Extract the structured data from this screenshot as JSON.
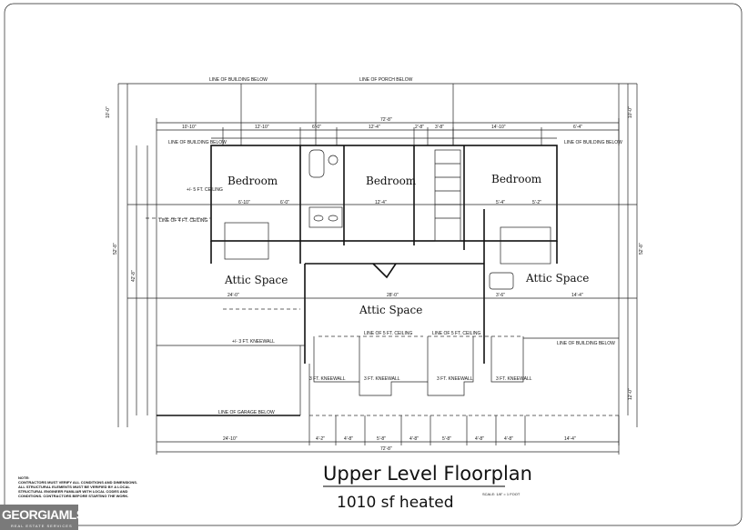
{
  "title": "Upper Level Floorplan",
  "subtitle": "1010 sf heated",
  "scale": "SCALE: 1/8\" = 1 FOOT",
  "note": [
    "NOTE:",
    "CONTRACTORS MUST VERIFY ALL CONDITIONS AND DIMENSIONS.",
    "ALL STRUCTURAL ELEMENTS MUST BE VERIFIED BY A LOCAL",
    "STRUCTURAL ENGINEER FAMILIAR WITH LOCAL CODES AND",
    "CONDITIONS. CONTRACTORS BEFORE STARTING THE WORK."
  ],
  "logo": {
    "main": "GEORGIAMLS",
    "sub": "REAL ESTATE SERVICES"
  },
  "rooms": {
    "bedroom_left": "Bedroom",
    "bedroom_center": "Bedroom",
    "bedroom_right": "Bedroom",
    "attic_left": "Attic Space",
    "attic_center": "Attic Space",
    "attic_right": "Attic Space"
  },
  "notes_plan": {
    "building_below_top": "LINE OF BUILDING BELOW",
    "porch_below": "LINE OF PORCH BELOW",
    "building_below_left": "LINE OF BUILDING BELOW",
    "building_below_right": "LINE OF BUILDING BELOW",
    "building_below_right2": "LINE OF BUILDING BELOW",
    "garage_below": "LINE OF GARAGE BELOW",
    "ceiling_left": "LINE OF 4 FT. CEILING",
    "kneewall_left": "+/- 5 FT. CEILING",
    "kneewall_left2": "+/- 3 FT. KNEEWALL",
    "ceiling_c1": "LINE OF 5 FT. CEILING",
    "ceiling_c2": "LINE OF 5 FT. CEILING",
    "knee_1": "3 FT. KNEEWALL",
    "knee_2": "3 FT. KNEEWALL",
    "knee_3": "3 FT. KNEEWALL",
    "knee_4": "3 FT. KNEEWALL"
  },
  "dims_top": {
    "overall": "72'-8\"",
    "d1": "10'-10\"",
    "d2": "12'-10\"",
    "d3": "6'-0\"",
    "d4": "12'-4\"",
    "d5": "2'-8\"",
    "d6": "3'-8\"",
    "d7": "14'-10\"",
    "d8": "6'-4\""
  },
  "dims_bottom": {
    "overall": "72'-8\"",
    "d1": "24'-10\"",
    "d2": "4'-2\"",
    "d3": "4'-8\"",
    "d4": "5'-8\"",
    "d5": "4'-8\"",
    "d6": "5'-8\"",
    "d7": "4'-8\"",
    "d8": "4'-8\"",
    "d9": "14'-4\""
  },
  "dims_side": {
    "left_top": "10'-0\"",
    "left_total": "52'-8\"",
    "left_main": "42'-8\"",
    "right_top": "10'-0\"",
    "right_total": "52'-8\"",
    "right_bottom": "12'-0\""
  },
  "dims_inner": {
    "attic_left": "24'-0\"",
    "attic_center": "28'-0\"",
    "attic_right": "14'-4\"",
    "bed_left_a": "6'-10\"",
    "bed_left_b": "6'-0\"",
    "bed_center": "12'-4\"",
    "bed_right_a": "5'-4\"",
    "bed_right_b": "5'-2\"",
    "bath": "3'-6\""
  }
}
